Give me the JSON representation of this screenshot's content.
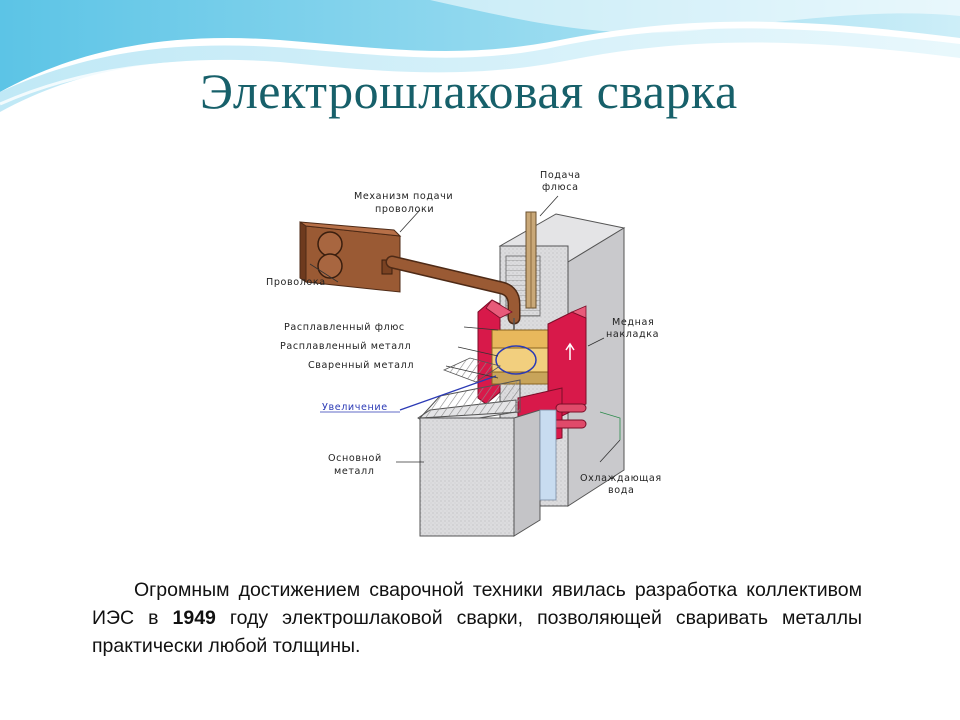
{
  "title": "Электрошлаковая сварка",
  "diagram": {
    "labels": {
      "wire_feed_mechanism_1": "Механизм подачи",
      "wire_feed_mechanism_2": "проволоки",
      "flux_feed_1": "Подача",
      "flux_feed_2": "флюса",
      "wire": "Проволока",
      "molten_flux": "Расплавленный флюс",
      "molten_metal": "Расплавленный металл",
      "welded_metal": "Сваренный металл",
      "magnification": "Увеличение",
      "base_metal_1": "Основной",
      "base_metal_2": "металл",
      "copper_plate_1": "Медная",
      "copper_plate_2": "накладка",
      "cooling_water_1": "Охлаждающая",
      "cooling_water_2": "вода"
    }
  },
  "paragraph": {
    "part1": "Огромным достижением сварочной техники явилась разработка коллективом ИЭС в ",
    "year": "1949",
    "part2": " году электрошлаковой сварки, позволяющей сваривать металлы практически любой толщины."
  },
  "colors": {
    "title": "#17606a",
    "copper_plate": "#d8194a",
    "wire_mechanism": "#8b4a2a",
    "flux": "#e8b85c",
    "metal_block": "#d8d8da",
    "wave_blue": "#8fd3ea"
  }
}
